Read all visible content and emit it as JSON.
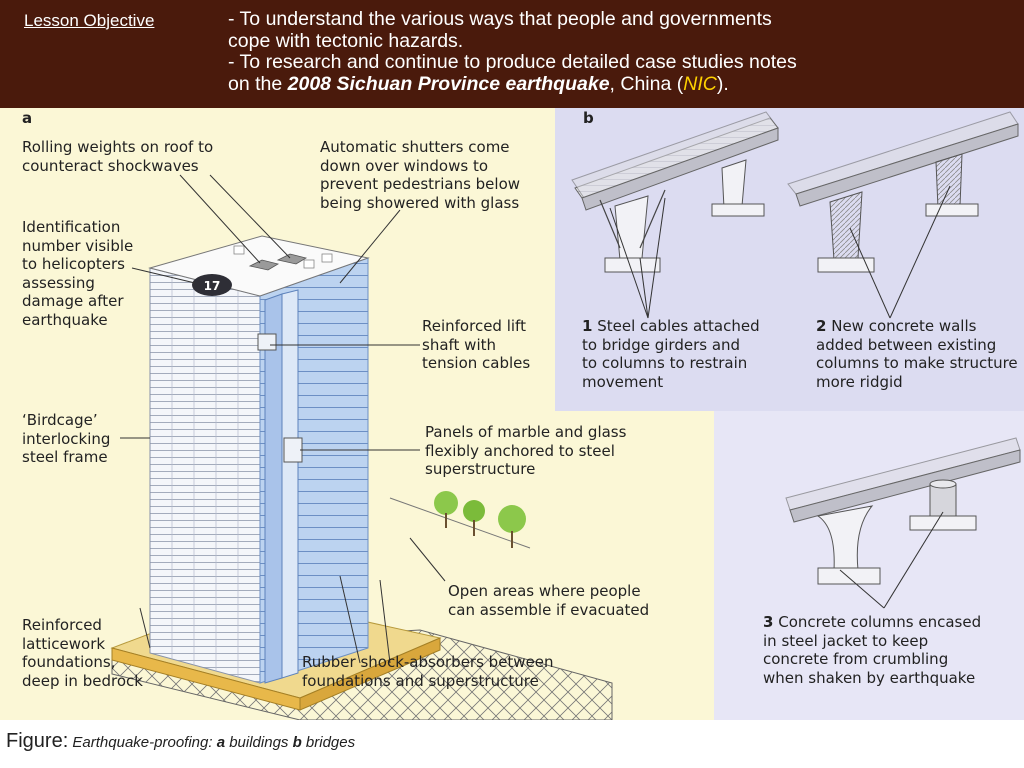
{
  "header": {
    "lesson_label": "Lesson Objective",
    "line1": "-  To understand the various ways that people and governments",
    "line2": "cope with tectonic hazards.",
    "line3": "-  To research and continue to produce detailed case studies notes",
    "line4_prefix": "on the ",
    "line4_bold": "2008 Sichuan Province earthquake",
    "line4_mid": ", China (",
    "line4_nic": "NIC",
    "line4_end": ")."
  },
  "panel_a": {
    "letter": "a",
    "building_number": "17",
    "labels": {
      "roof_weights": [
        "Rolling weights on roof to",
        "counteract shockwaves"
      ],
      "id_number": [
        "Identification",
        "number visible",
        "to helicopters",
        "assessing",
        "damage after",
        "earthquake"
      ],
      "birdcage": [
        "‘Birdcage’",
        "interlocking",
        "steel frame"
      ],
      "foundations": [
        "Reinforced",
        "latticework",
        "foundations,",
        "deep in bedrock"
      ],
      "shutters": [
        "Automatic shutters come",
        "down over windows to",
        "prevent pedestrians below",
        "being showered with glass"
      ],
      "lift_shaft": [
        "Reinforced lift",
        "shaft with",
        "tension cables"
      ],
      "panels": [
        "Panels of marble and glass",
        "flexibly anchored to steel",
        "superstructure"
      ],
      "open_areas": [
        "Open areas where people",
        "can assemble if evacuated"
      ],
      "rubber": [
        "Rubber shock-absorbers between",
        "foundations and superstructure"
      ]
    }
  },
  "panel_b": {
    "letter": "b",
    "item1": {
      "num": "1",
      "lines": [
        "Steel cables attached",
        "to bridge girders and",
        "to columns to restrain",
        "movement"
      ]
    },
    "item2": {
      "num": "2",
      "lines": [
        "New concrete walls",
        "added between existing",
        "columns to make structure",
        "more ridgid"
      ]
    },
    "item3": {
      "num": "3",
      "lines": [
        "Concrete columns encased",
        "in steel jacket to keep",
        "concrete from crumbling",
        "when shaken by earthquake"
      ]
    }
  },
  "caption": {
    "label": "Figure:",
    "text1": " Earthquake-proofing: ",
    "a": "a",
    "text2": " buildings  ",
    "b": "b",
    "text3": " bridges"
  }
}
